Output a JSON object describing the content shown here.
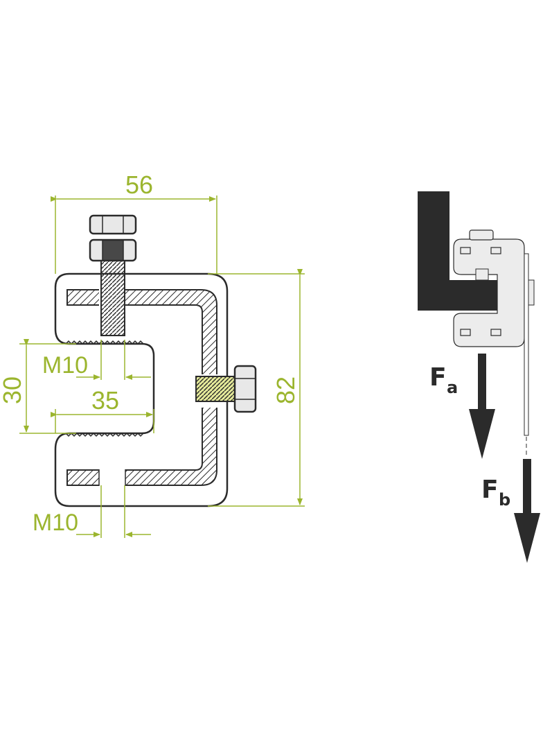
{
  "colors": {
    "dimension": "#9bb52e",
    "outline": "#2b2b2b",
    "bolt_fill": "#e8e8e8",
    "accent_bolt": "#e5ea9a",
    "beam": "#2b2b2b",
    "clip_fill": "#ececec"
  },
  "dimensions": {
    "width": "56",
    "height": "82",
    "gap": "30",
    "inner": "35",
    "thread_top": "M10",
    "thread_bottom": "M10"
  },
  "forces": {
    "fa_main": "F",
    "fa_sub": "a",
    "fb_main": "F",
    "fb_sub": "b"
  }
}
